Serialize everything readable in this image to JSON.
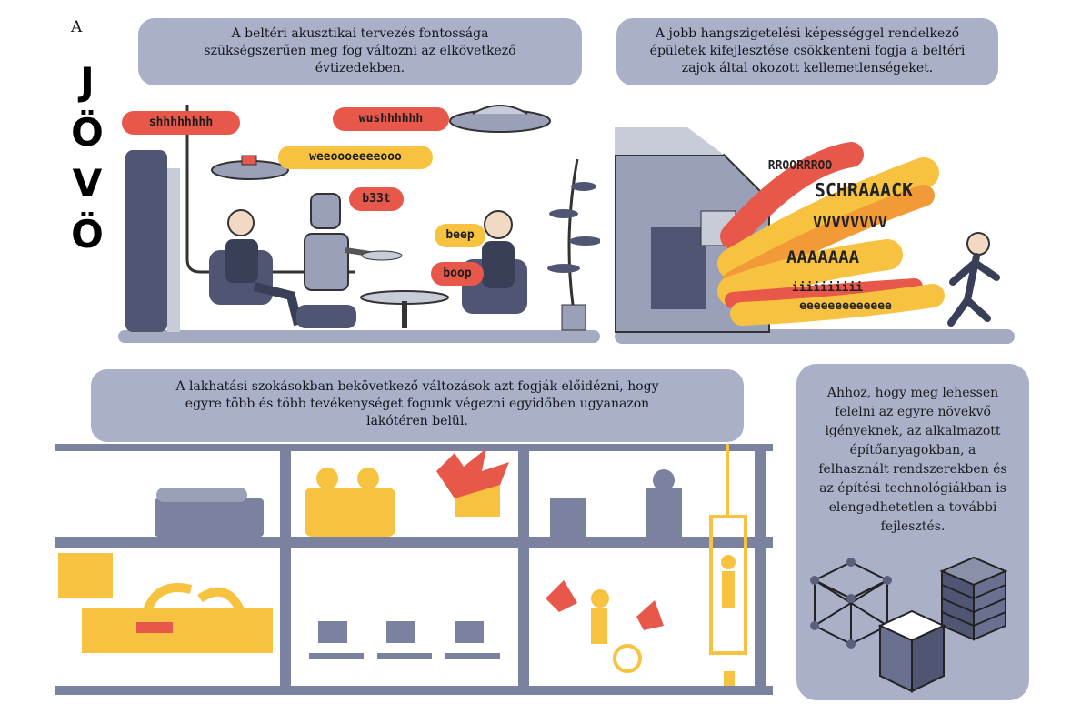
{
  "page": {
    "letter": "A",
    "vertical_title": [
      "J",
      "Ö",
      "V",
      "Ö"
    ]
  },
  "panel1": {
    "caption": [
      "A beltéri akusztikai tervezés fontossága",
      "szükségszerűen meg fog változni az elkövetkező",
      "évtizedekben."
    ],
    "sounds": [
      "shhhhhhhh",
      "wushhhhhh",
      "weeoooeeeeooo",
      "b33t",
      "beep",
      "boop"
    ]
  },
  "panel2": {
    "caption": [
      "A jobb hangszigetelési képességgel rendelkező",
      "épületek kifejlesztése csökkenteni fogja a beltéri",
      "zajok által okozott kellemetlenségeket."
    ],
    "sounds": [
      "RROORRROO",
      "SCHRAAACK",
      "VVVVVVVV",
      "AAAAAAA",
      "iiiiiiiiii",
      "eeeeeeeeeeeee"
    ]
  },
  "panel3": {
    "caption": [
      "A lakhatási szokásokban bekövetkező változások azt fogják előidézni, hogy",
      "egyre több és több tevékenységet fogunk végezni egyidőben ugyanazon",
      "lakótéren belül."
    ]
  },
  "panel4": {
    "caption": [
      "Ahhoz, hogy meg lehessen",
      "felelni az egyre növekvő",
      "igényeknek, az alkalmazott",
      "építőanyagokban, a",
      "felhasznált rendszerekben és",
      "az építési technológiákban is",
      "elengedhetetlen a további",
      "fejlesztés."
    ]
  },
  "colors": {
    "caption_bg": "#aab0c8",
    "ink_blue": "#4a5070",
    "yellow": "#f6c240",
    "red": "#e8584a",
    "floor": "#7b82a0"
  }
}
